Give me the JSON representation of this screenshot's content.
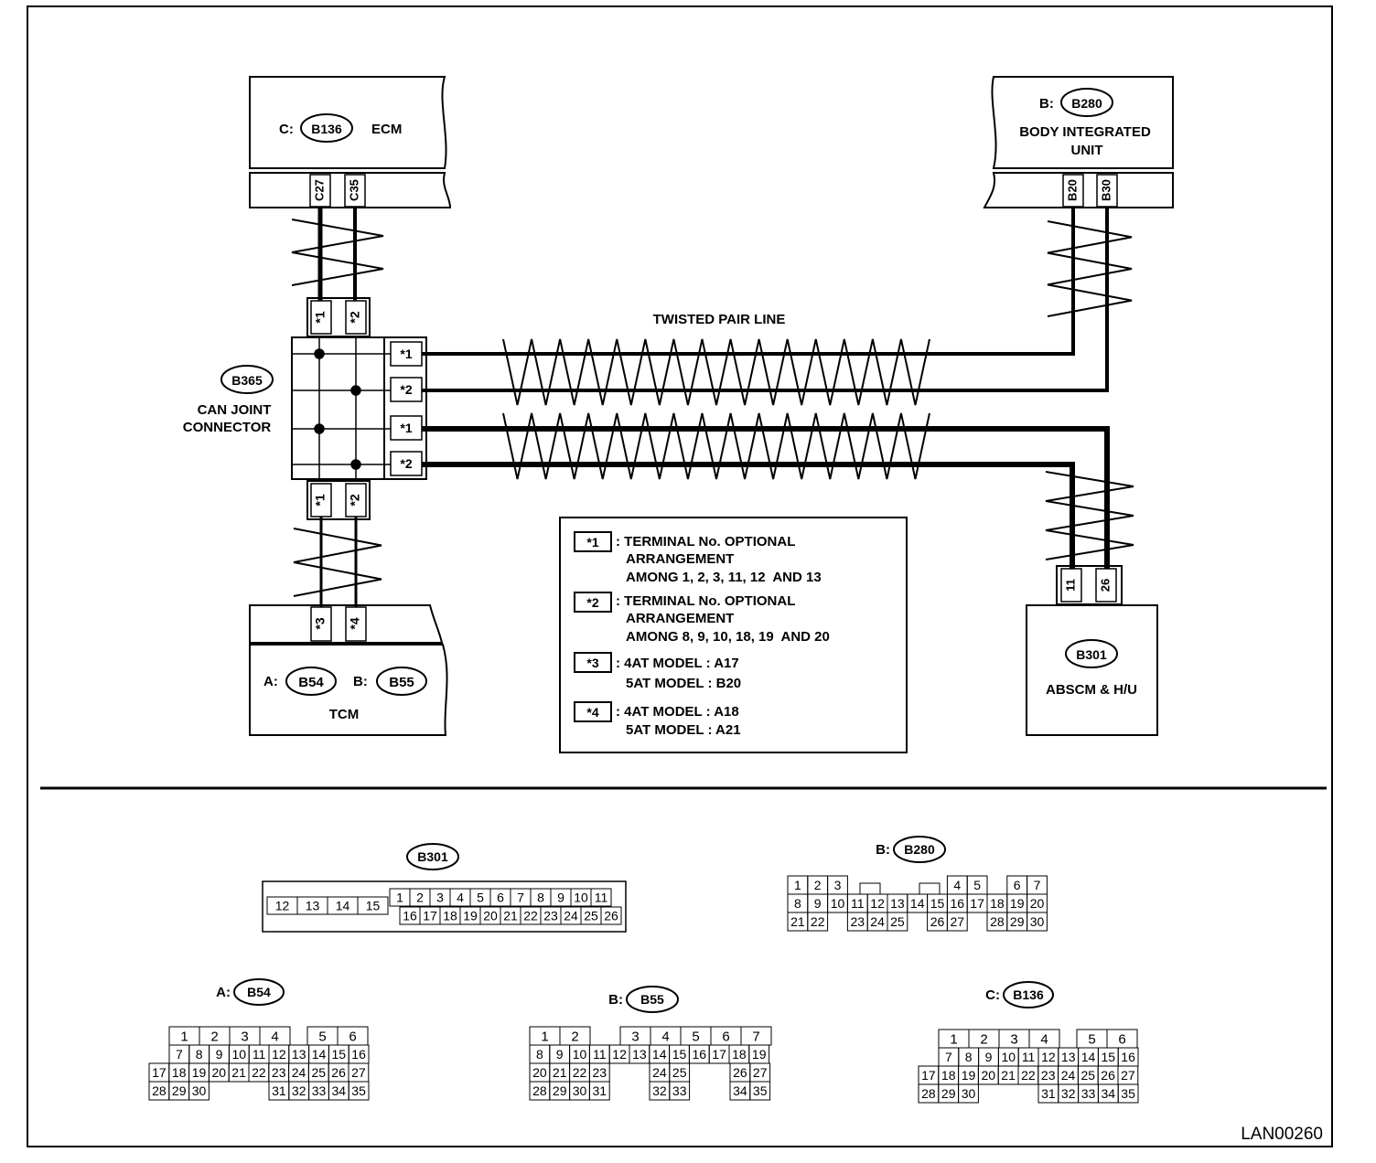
{
  "figure_id": "LAN00260",
  "twisted_pair_label": "TWISTED PAIR LINE",
  "ecm": {
    "prefix": "C:",
    "code": "B136",
    "name": "ECM",
    "pins": [
      "C27",
      "C35"
    ]
  },
  "biu": {
    "prefix": "B:",
    "code": "B280",
    "name_line1": "BODY INTEGRATED",
    "name_line2": "UNIT",
    "pins": [
      "B20",
      "B30"
    ]
  },
  "joint": {
    "code": "B365",
    "name_line1": "CAN JOINT",
    "name_line2": "CONNECTOR",
    "top_pins": [
      "*1",
      "*2"
    ],
    "bottom_pins": [
      "*1",
      "*2"
    ],
    "side_pins": [
      "*1",
      "*2",
      "*1",
      "*2"
    ]
  },
  "tcm": {
    "prefix_a": "A:",
    "code_a": "B54",
    "prefix_b": "B:",
    "code_b": "B55",
    "name": "TCM",
    "pins": [
      "*3",
      "*4"
    ]
  },
  "abs": {
    "code": "B301",
    "name": "ABSCM & H/U",
    "pins": [
      "11",
      "26"
    ]
  },
  "legend": [
    {
      "key": "*1",
      "lines": [
        ": TERMINAL No. OPTIONAL",
        "ARRANGEMENT",
        "AMONG 1, 2, 3, 11, 12  AND 13"
      ]
    },
    {
      "key": "*2",
      "lines": [
        ": TERMINAL No. OPTIONAL",
        "ARRANGEMENT",
        "AMONG 8, 9, 10, 18, 19  AND 20"
      ]
    },
    {
      "key": "*3",
      "lines": [
        ": 4AT MODEL : A17",
        "5AT MODEL : B20"
      ]
    },
    {
      "key": "*4",
      "lines": [
        ": 4AT MODEL : A18",
        "5AT MODEL : A21"
      ]
    }
  ],
  "connectors": {
    "b301": {
      "prefix": "",
      "code": "B301",
      "rows": [
        [
          "",
          "",
          "",
          "",
          "1",
          "2",
          "3",
          "4",
          "5",
          "6",
          "7",
          "8",
          "9",
          "10",
          "11"
        ],
        [
          "12",
          "13",
          "14",
          "15",
          "16",
          "17",
          "18",
          "19",
          "20",
          "21",
          "22",
          "23",
          "24",
          "25",
          "26"
        ]
      ]
    },
    "b280": {
      "prefix": "B:",
      "code": "B280",
      "rows": [
        [
          "1",
          "2",
          "3",
          "",
          "",
          "",
          "",
          "",
          "",
          "4",
          "5",
          "",
          "6",
          "7"
        ],
        [
          "8",
          "9",
          "10",
          "11",
          "12",
          "13",
          "14",
          "15",
          "16",
          "17",
          "18",
          "19",
          "20"
        ],
        [
          "21",
          "22",
          "",
          "23",
          "24",
          "25",
          "",
          "26",
          "27",
          "",
          "28",
          "29",
          "30"
        ]
      ]
    },
    "b54": {
      "prefix": "A:",
      "code": "B54",
      "rows": [
        [
          "1",
          "2",
          "3",
          "4",
          "5",
          "6"
        ],
        [
          "7",
          "8",
          "9",
          "10",
          "11",
          "12",
          "13",
          "14",
          "15",
          "16"
        ],
        [
          "17",
          "18",
          "19",
          "20",
          "21",
          "22",
          "23",
          "24",
          "25",
          "26",
          "27"
        ],
        [
          "28",
          "29",
          "30",
          "31",
          "32",
          "33",
          "34",
          "35"
        ]
      ]
    },
    "b55": {
      "prefix": "B:",
      "code": "B55",
      "rows": [
        [
          "1",
          "2",
          "3",
          "4",
          "5",
          "6",
          "7"
        ],
        [
          "8",
          "9",
          "10",
          "11",
          "12",
          "13",
          "14",
          "15",
          "16",
          "17",
          "18",
          "19"
        ],
        [
          "20",
          "21",
          "22",
          "23",
          "24",
          "25",
          "26",
          "27"
        ],
        [
          "28",
          "29",
          "30",
          "31",
          "32",
          "33",
          "34",
          "35"
        ]
      ]
    },
    "b136": {
      "prefix": "C:",
      "code": "B136",
      "rows": [
        [
          "1",
          "2",
          "3",
          "4",
          "5",
          "6"
        ],
        [
          "7",
          "8",
          "9",
          "10",
          "11",
          "12",
          "13",
          "14",
          "15",
          "16"
        ],
        [
          "17",
          "18",
          "19",
          "20",
          "21",
          "22",
          "23",
          "24",
          "25",
          "26",
          "27"
        ],
        [
          "28",
          "29",
          "30",
          "31",
          "32",
          "33",
          "34",
          "35"
        ]
      ]
    }
  }
}
